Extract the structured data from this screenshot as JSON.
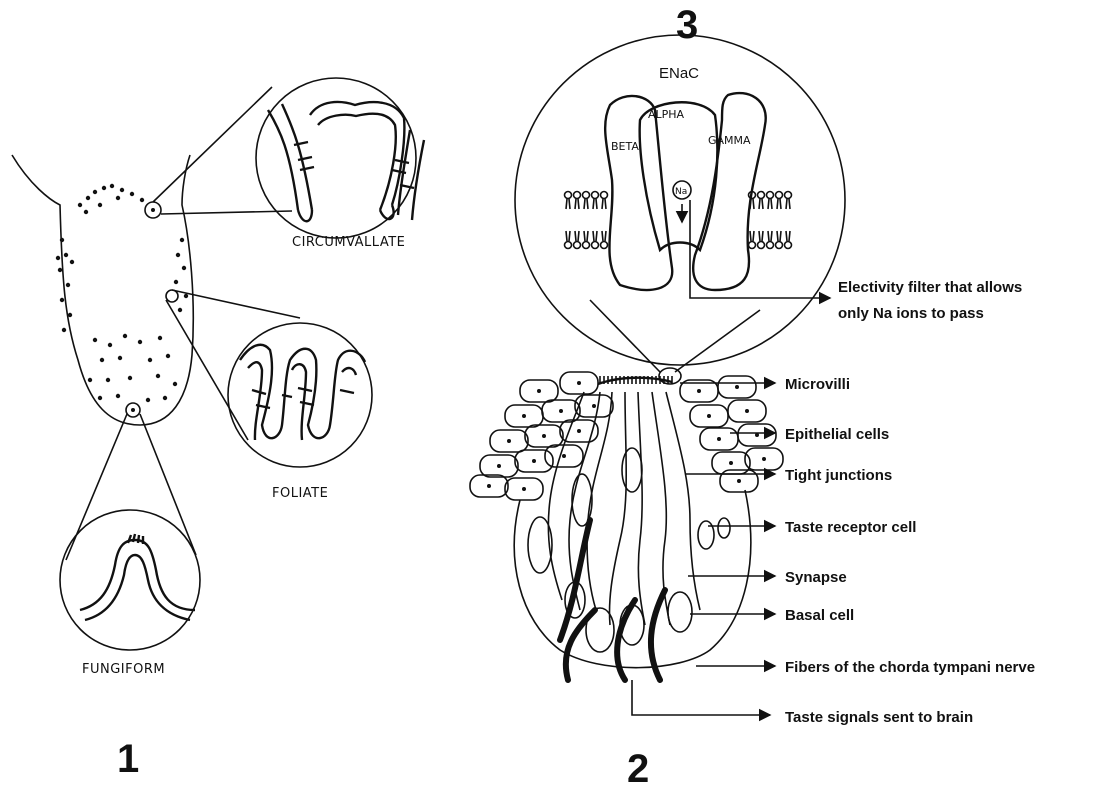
{
  "panels": {
    "panel1": {
      "number": "1",
      "papillae": {
        "circumvallate": "CIRCUMVALLATE",
        "foliate": "FOLIATE",
        "fungiform": "FUNGIFORM"
      }
    },
    "panel2": {
      "number": "2",
      "labels": {
        "microvilli": "Microvilli",
        "epithelial": "Epithelial cells",
        "tight_junctions": "Tight junctions",
        "taste_receptor": "Taste receptor cell",
        "synapse": "Synapse",
        "basal": "Basal cell",
        "fibers": "Fibers of the chorda tympani nerve",
        "signals": "Taste signals sent to brain"
      }
    },
    "panel3": {
      "number": "3",
      "channel": "ENaC",
      "subunits": {
        "alpha": "ALPHA",
        "beta": "BETA",
        "gamma": "GAMMA"
      },
      "ion": "Na",
      "filter_line1": "Electivity filter that allows",
      "filter_line2": "only Na ions to pass"
    }
  }
}
